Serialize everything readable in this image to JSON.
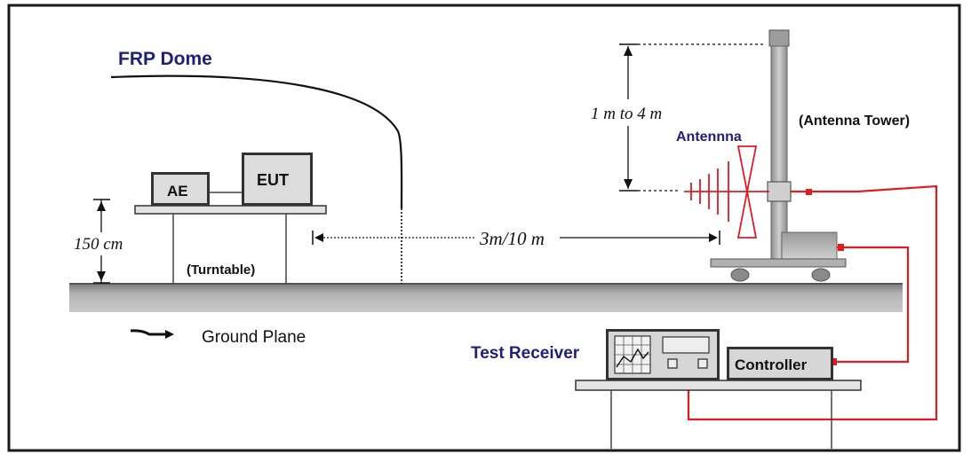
{
  "labels": {
    "frp_dome": "FRP Dome",
    "ae": "AE",
    "eut": "EUT",
    "height_150": "150 cm",
    "turntable": "(Turntable)",
    "distance": "3m/10 m",
    "ground_plane": "Ground Plane",
    "height_range": "1 m to 4 m",
    "antenna_tower": "(Antenna Tower)",
    "antenna": "Antennna",
    "test_receiver": "Test Receiver",
    "controller": "Controller"
  },
  "colors": {
    "frame": "#1a1a1a",
    "ground": "#a6a6a6",
    "ground_dark": "#6e6e6e",
    "box_fill": "#d9d9d9",
    "title_blue": "#1f1f7a",
    "cable_red": "#e01b24",
    "tower_grey": "#b5b5b5"
  },
  "icons": {
    "arrow": "curved-arrow-icon",
    "antenna": "log-periodic-antenna-icon"
  }
}
